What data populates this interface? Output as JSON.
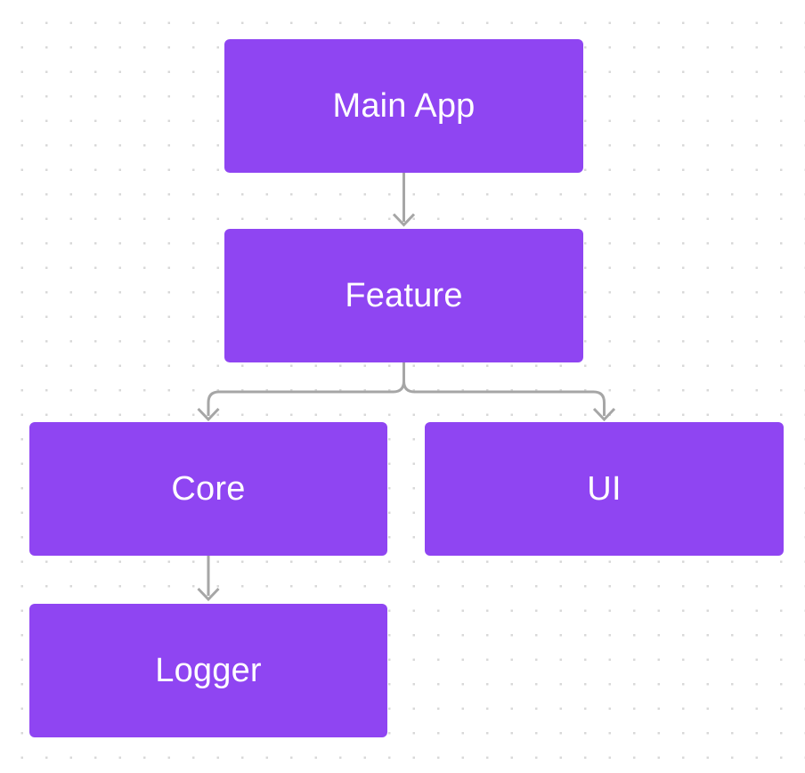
{
  "diagram": {
    "type": "flowchart",
    "direction": "top-down",
    "colors": {
      "node_fill": "#8f45f2",
      "node_text": "#ffffff",
      "edge": "#a6a6a6",
      "grid_dot": "#d8d8d8",
      "background": "#ffffff"
    },
    "nodes": [
      {
        "id": "main-app",
        "label": "Main App"
      },
      {
        "id": "feature",
        "label": "Feature"
      },
      {
        "id": "core",
        "label": "Core"
      },
      {
        "id": "ui",
        "label": "UI"
      },
      {
        "id": "logger",
        "label": "Logger"
      }
    ],
    "edges": [
      {
        "from": "Main App",
        "to": "Feature",
        "style": "straight-down-arrow"
      },
      {
        "from": "Feature",
        "to": "Core",
        "style": "branch-left-down-arrow"
      },
      {
        "from": "Feature",
        "to": "UI",
        "style": "branch-right-down-arrow"
      },
      {
        "from": "Core",
        "to": "Logger",
        "style": "straight-down-arrow"
      }
    ]
  }
}
